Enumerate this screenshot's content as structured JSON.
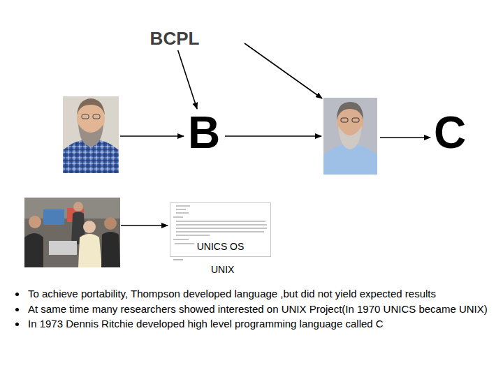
{
  "diagram": {
    "nodes": [
      {
        "text": [
          "BCPL"
        ]
      },
      {
        "text": [
          "B"
        ]
      },
      {
        "text": [
          "C"
        ]
      },
      {
        "text": [
          "UNICS OS"
        ]
      }
    ],
    "edges": [
      {
        "from": 0,
        "to": 1,
        "arrow": "to"
      }
    ],
    "labels": [
      "UNIX",
      "To achieve portability, Thompson developed language ,but did not yield expected results",
      "At same time many researchers showed interested on UNIX Project(In 1970 UNICS became UNIX)",
      "In 1973 Dennis Ritchie developed high level programming language called C"
    ]
  }
}
